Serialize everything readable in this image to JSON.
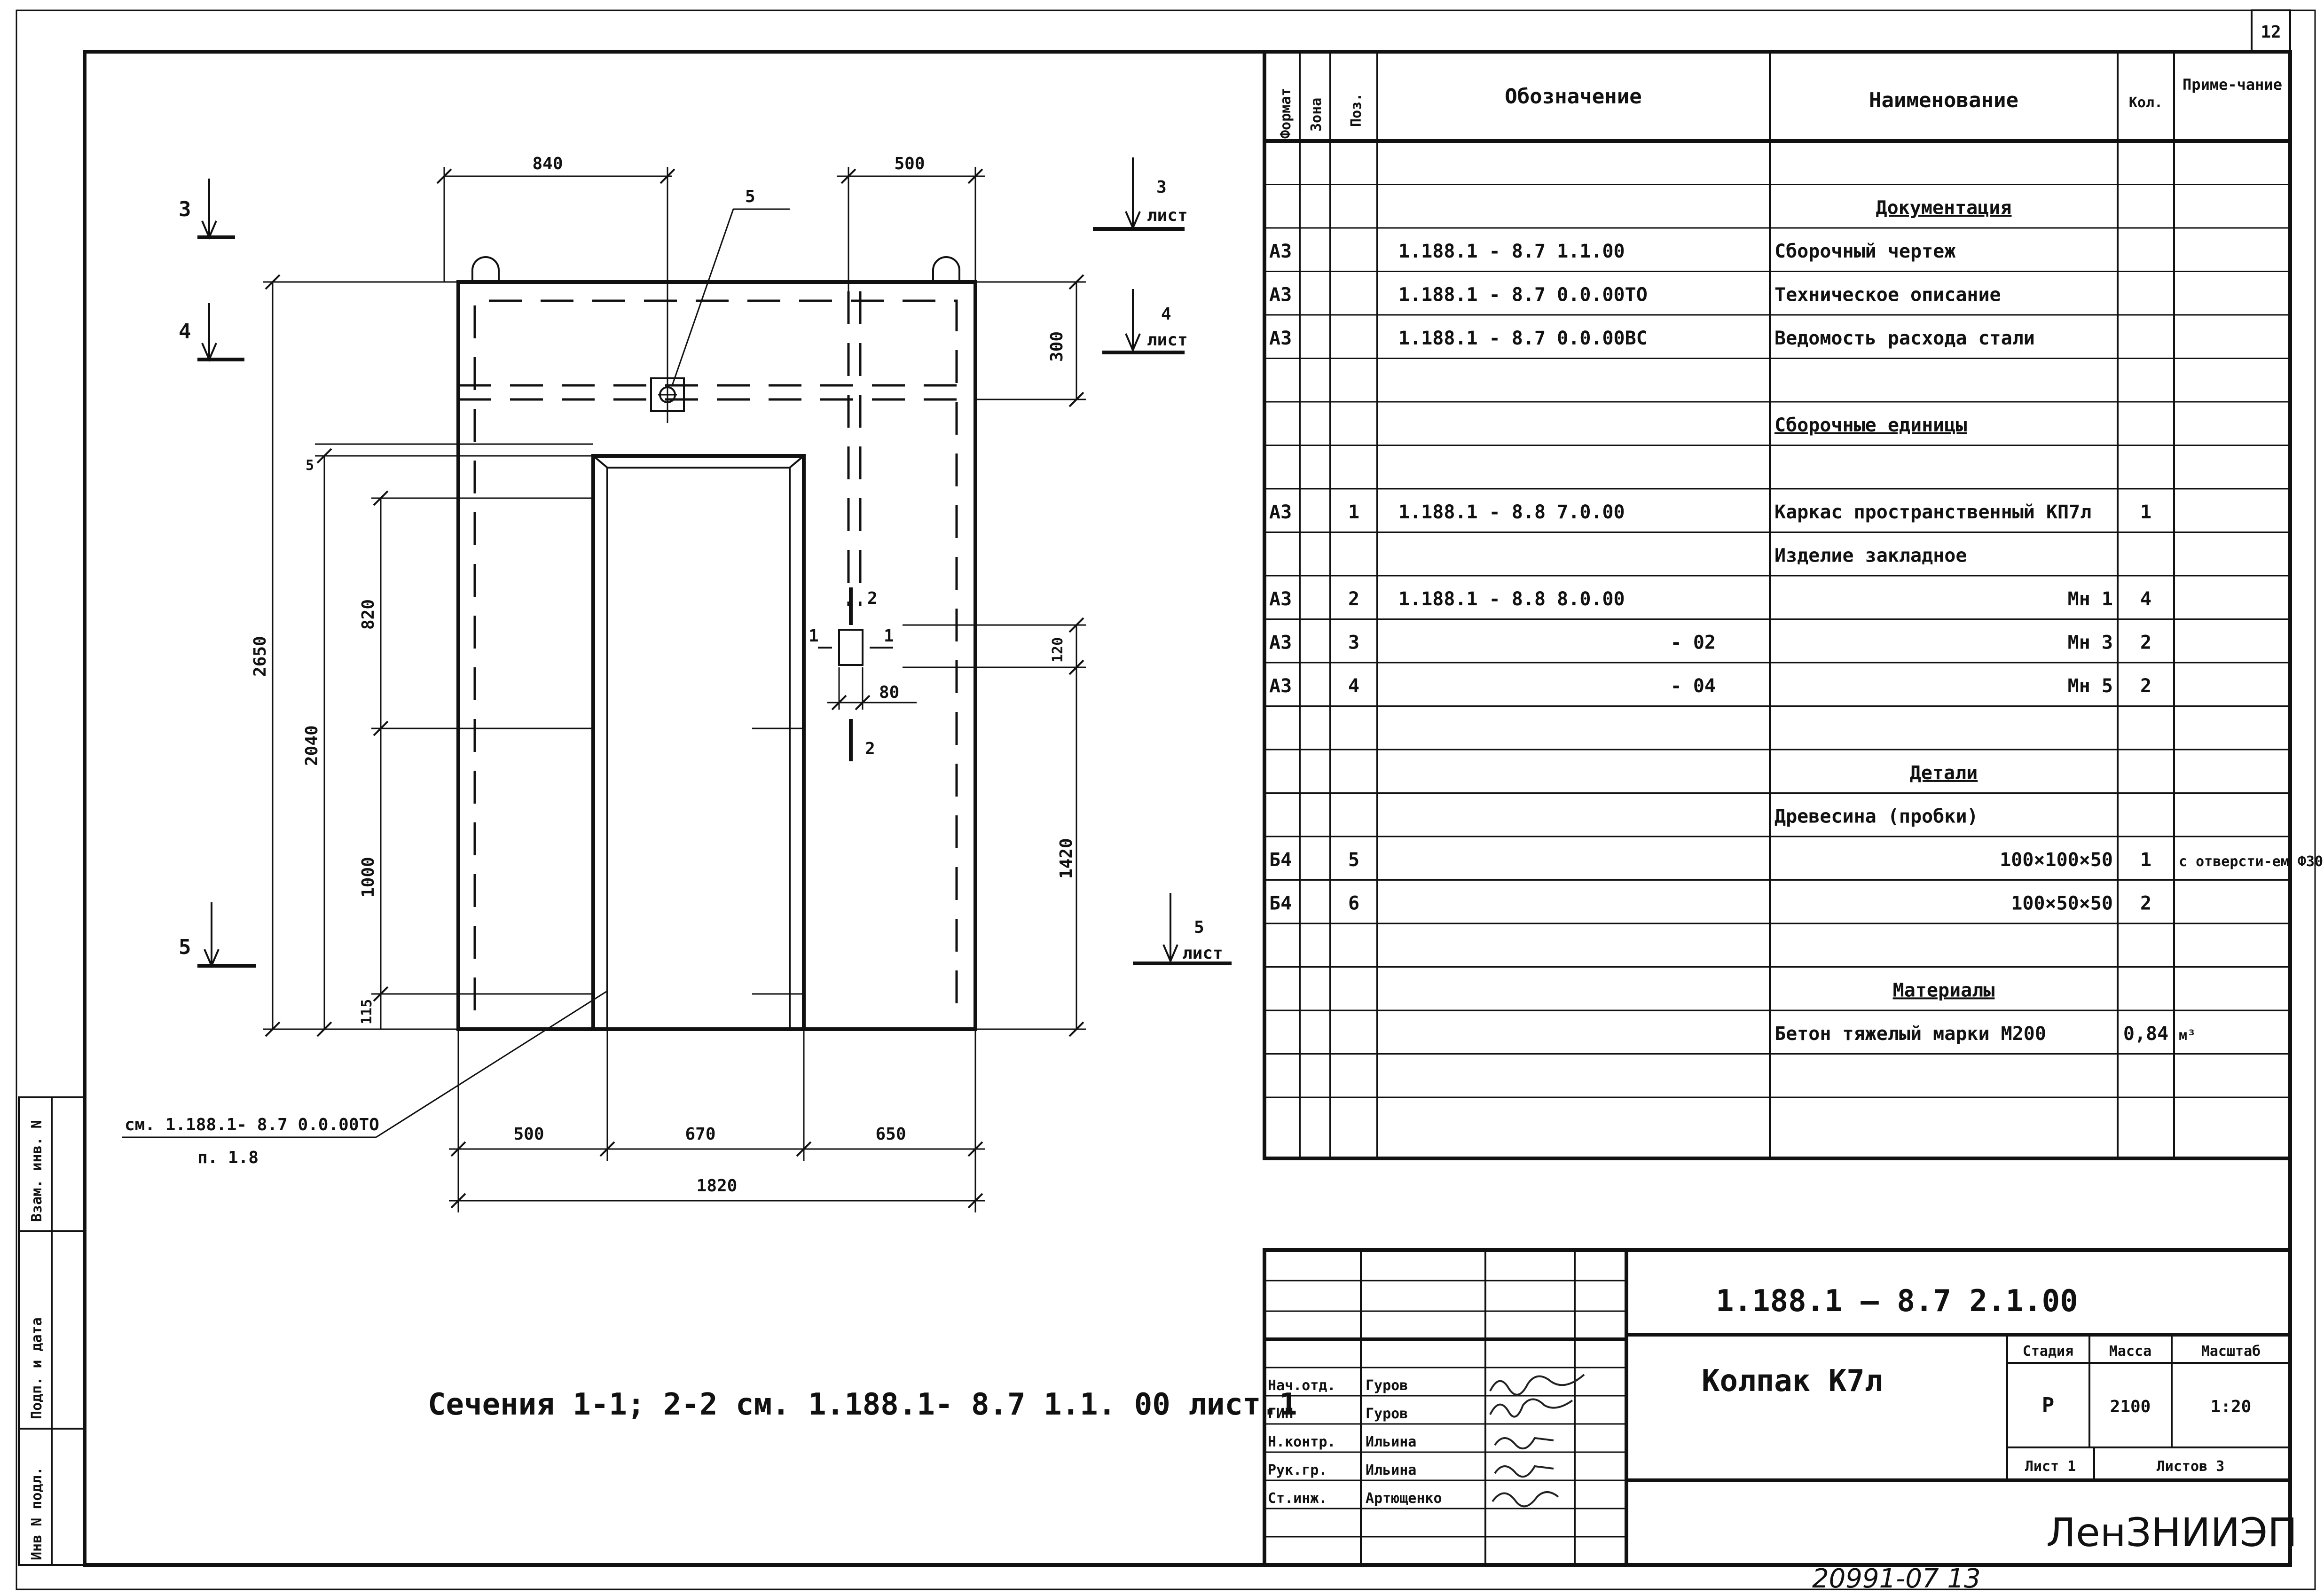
{
  "sheet": {
    "sheet_number": "12",
    "archive_number": "20991-07  13",
    "note": "Сечения 1-1; 2-2  см.  1.188.1- 8.7   1.1. 00  лист.1"
  },
  "side_stamp": {
    "fields": [
      "Инв N подл.",
      "Подп. и дата",
      "Взам. инв. N"
    ]
  },
  "drawing": {
    "dims": {
      "top_left": "840",
      "top_right": "500",
      "height_total": "2650",
      "top_band": "300",
      "opening_gap": "5",
      "opening_h": "2040",
      "upper_h": "820",
      "lower_h": "1000",
      "bottom_h": "115",
      "right_h": "1420",
      "small_h": "120",
      "small_w": "80",
      "bottom_left": "500",
      "bottom_mid": "670",
      "bottom_right": "650",
      "bottom_total": "1820"
    },
    "labels": {
      "pos5": "5",
      "sect_1_left": "1",
      "sect_1_right": "1",
      "sect_2_top": "2",
      "sect_2_bottom": "2",
      "view_3": "3",
      "view_4": "4",
      "view_5": "5",
      "view_3r": "3",
      "view_4r": "4",
      "view_5r": "5",
      "sheet_word_3": "лист",
      "sheet_word_4": "лист",
      "sheet_word_5": "лист"
    },
    "leader_note_1": "см. 1.188.1- 8.7 0.0.00ТО",
    "leader_note_2": "п. 1.8"
  },
  "spec_table": {
    "headers": {
      "format": "Формат",
      "zone": "Зона",
      "pos": "Поз.",
      "designation": "Обозначение",
      "name": "Наименование",
      "qty": "Кол.",
      "note": "Приме-чание"
    },
    "rows": [
      {
        "format": "",
        "pos": "",
        "designation": "",
        "name": "",
        "qty": "",
        "note": ""
      },
      {
        "format": "",
        "pos": "",
        "designation": "",
        "name": "Документация",
        "qty": "",
        "note": ""
      },
      {
        "format": "А3",
        "pos": "",
        "designation": "1.188.1 -   8.7  1.1.00",
        "name": "Сборочный   чертеж",
        "qty": "",
        "note": ""
      },
      {
        "format": "А3",
        "pos": "",
        "designation": "1.188.1 -   8.7  0.0.00ТО",
        "name": "Техническое   описание",
        "qty": "",
        "note": ""
      },
      {
        "format": "А3",
        "pos": "",
        "designation": "1.188.1 -   8.7  0.0.00ВС",
        "name": "Ведомость расхода стали",
        "qty": "",
        "note": ""
      },
      {
        "format": "",
        "pos": "",
        "designation": "",
        "name": "",
        "qty": "",
        "note": ""
      },
      {
        "format": "",
        "pos": "",
        "designation": "",
        "name": "Сборочные   единицы",
        "qty": "",
        "note": ""
      },
      {
        "format": "",
        "pos": "",
        "designation": "",
        "name": "",
        "qty": "",
        "note": ""
      },
      {
        "format": "А3",
        "pos": "1",
        "designation": "1.188.1 - 8.8    7.0.00",
        "name": "Каркас пространственный КП7л",
        "qty": "1",
        "note": ""
      },
      {
        "format": "",
        "pos": "",
        "designation": "",
        "name": "Изделие закладное",
        "qty": "",
        "note": ""
      },
      {
        "format": "А3",
        "pos": "2",
        "designation": "1.188.1 -  8.8   8.0.00",
        "name": "Мн 1",
        "qty": "4",
        "note": ""
      },
      {
        "format": "А3",
        "pos": "3",
        "designation": "- 02",
        "name": "Мн 3",
        "qty": "2",
        "note": ""
      },
      {
        "format": "А3",
        "pos": "4",
        "designation": "- 04",
        "name": "Мн 5",
        "qty": "2",
        "note": ""
      },
      {
        "format": "",
        "pos": "",
        "designation": "",
        "name": "",
        "qty": "",
        "note": ""
      },
      {
        "format": "",
        "pos": "",
        "designation": "",
        "name": "Детали",
        "qty": "",
        "note": ""
      },
      {
        "format": "",
        "pos": "",
        "designation": "",
        "name": "Древесина  (пробки)",
        "qty": "",
        "note": ""
      },
      {
        "format": "Б4",
        "pos": "5",
        "designation": "",
        "name": "100×100×50",
        "qty": "1",
        "note": "с отверсти-ем Ф30"
      },
      {
        "format": "Б4",
        "pos": "6",
        "designation": "",
        "name": "100×50×50",
        "qty": "2",
        "note": ""
      },
      {
        "format": "",
        "pos": "",
        "designation": "",
        "name": "",
        "qty": "",
        "note": ""
      },
      {
        "format": "",
        "pos": "",
        "designation": "",
        "name": "Материалы",
        "qty": "",
        "note": ""
      },
      {
        "format": "",
        "pos": "",
        "designation": "",
        "name": "Бетон тяжелый марки М200",
        "qty": "0,84",
        "note": "м³"
      },
      {
        "format": "",
        "pos": "",
        "designation": "",
        "name": "",
        "qty": "",
        "note": ""
      },
      {
        "format": "",
        "pos": "",
        "designation": "",
        "name": "",
        "qty": "",
        "note": ""
      }
    ]
  },
  "title_block": {
    "code": "1.188.1 — 8.7    2.1.00",
    "title": "Колпак  К7л",
    "stage_label": "Стадия",
    "mass_label": "Масса",
    "scale_label": "Масштаб",
    "stage": "Р",
    "mass": "2100",
    "scale": "1:20",
    "sheet_label": "Лист 1",
    "sheets_label": "Листов 3",
    "organization": "ЛенЗНИИЭП",
    "signatories": [
      {
        "role": "Нач.отд.",
        "name": "Гуров"
      },
      {
        "role": "ГИП",
        "name": "Гуров"
      },
      {
        "role": "Н.контр.",
        "name": "Ильина"
      },
      {
        "role": "Рук.гр.",
        "name": "Ильина"
      },
      {
        "role": "Ст.инж.",
        "name": "Артющенко"
      }
    ]
  }
}
